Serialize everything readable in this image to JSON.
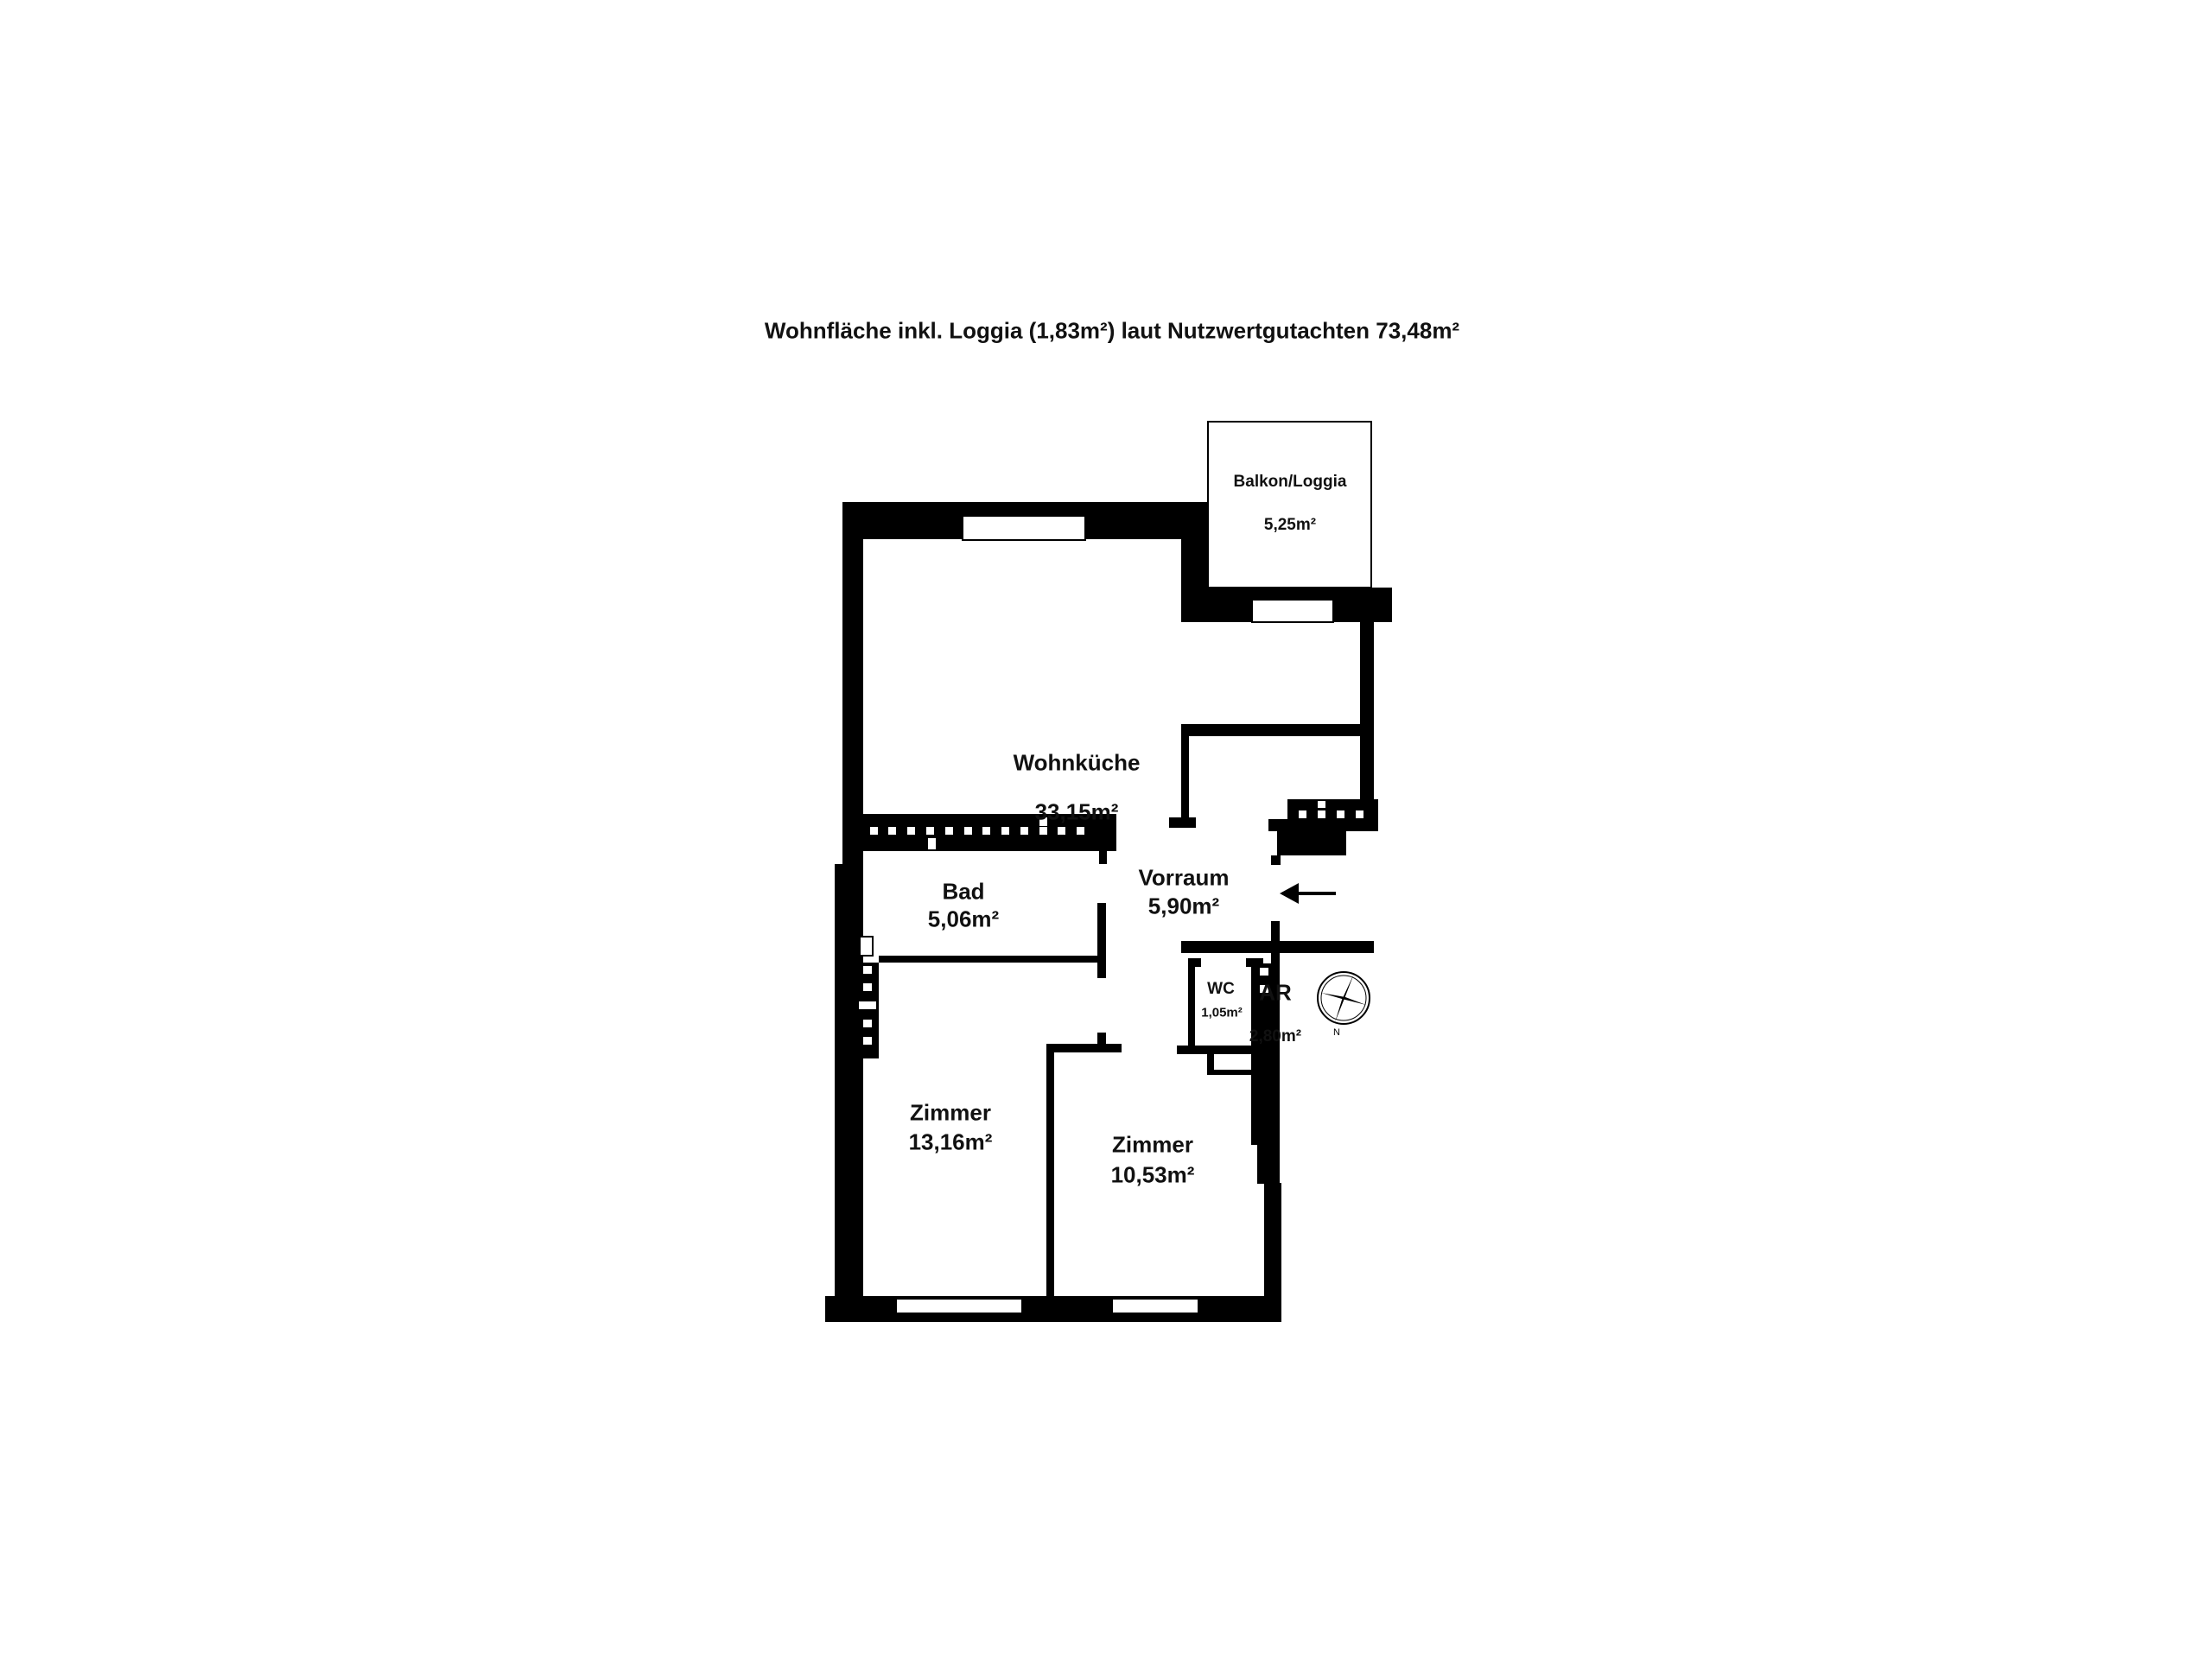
{
  "title": "Wohnfläche inkl. Loggia (1,83m²) laut Nutzwertgutachten 73,48m²",
  "rooms": {
    "balkon": {
      "name": "Balkon/Loggia",
      "area": "5,25m²"
    },
    "wohnkueche": {
      "name": "Wohnküche",
      "area": "33,15m²"
    },
    "ar": {
      "name": "AR",
      "area": "2,80m²"
    },
    "vorraum": {
      "name": "Vorraum",
      "area": "5,90m²"
    },
    "bad": {
      "name": "Bad",
      "area": "5,06m²"
    },
    "wc": {
      "name": "WC",
      "area": "1,05m²"
    },
    "zimmer1": {
      "name": "Zimmer",
      "area": "13,16m²"
    },
    "zimmer2": {
      "name": "Zimmer",
      "area": "10,53m²"
    }
  },
  "compass": {
    "label": "N"
  },
  "colors": {
    "wall": "#000000",
    "background": "#ffffff"
  }
}
